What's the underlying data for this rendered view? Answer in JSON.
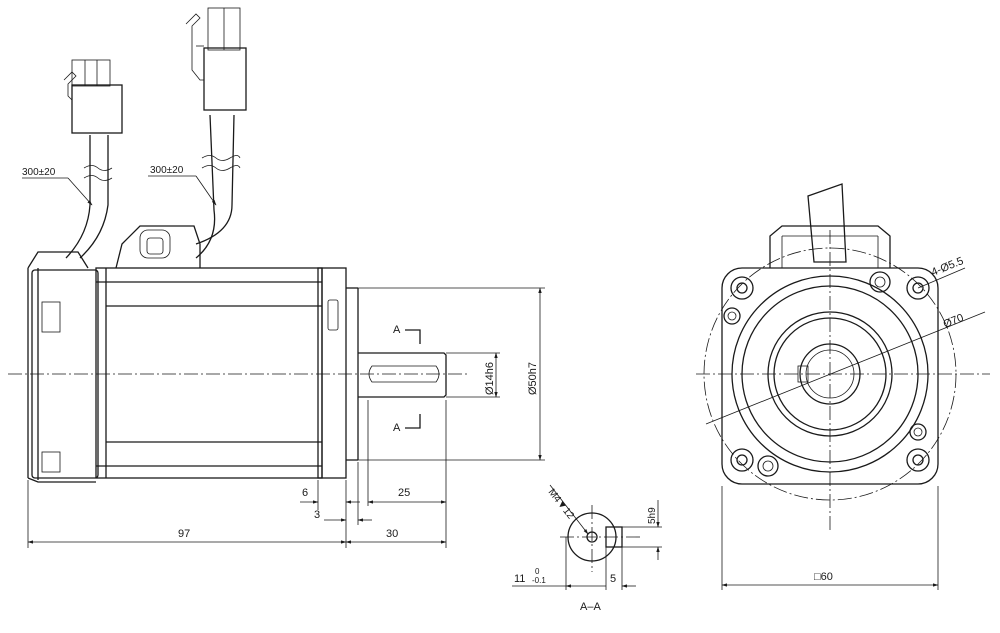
{
  "dimensions": {
    "cable_left": "300±20",
    "cable_right": "300±20",
    "body_length": "97",
    "shaft_length": "30",
    "key_length": "25",
    "flange_thickness": "6",
    "spigot_depth": "3",
    "shaft_diameter": "Ø14h6",
    "spigot_diameter": "Ø50h7",
    "mount_holes": "4-Ø5.5",
    "pcd": "Ø70",
    "flange_square": "□60",
    "tapped_hole": "M4▼12",
    "key_width": "5h9",
    "key_depth_base": "11",
    "key_depth_upper_tol": "0",
    "key_depth_lower_tol": "-0.1",
    "key_offset": "5"
  },
  "section": {
    "marker_top": "A",
    "marker_bottom": "A",
    "label": "A–A"
  }
}
